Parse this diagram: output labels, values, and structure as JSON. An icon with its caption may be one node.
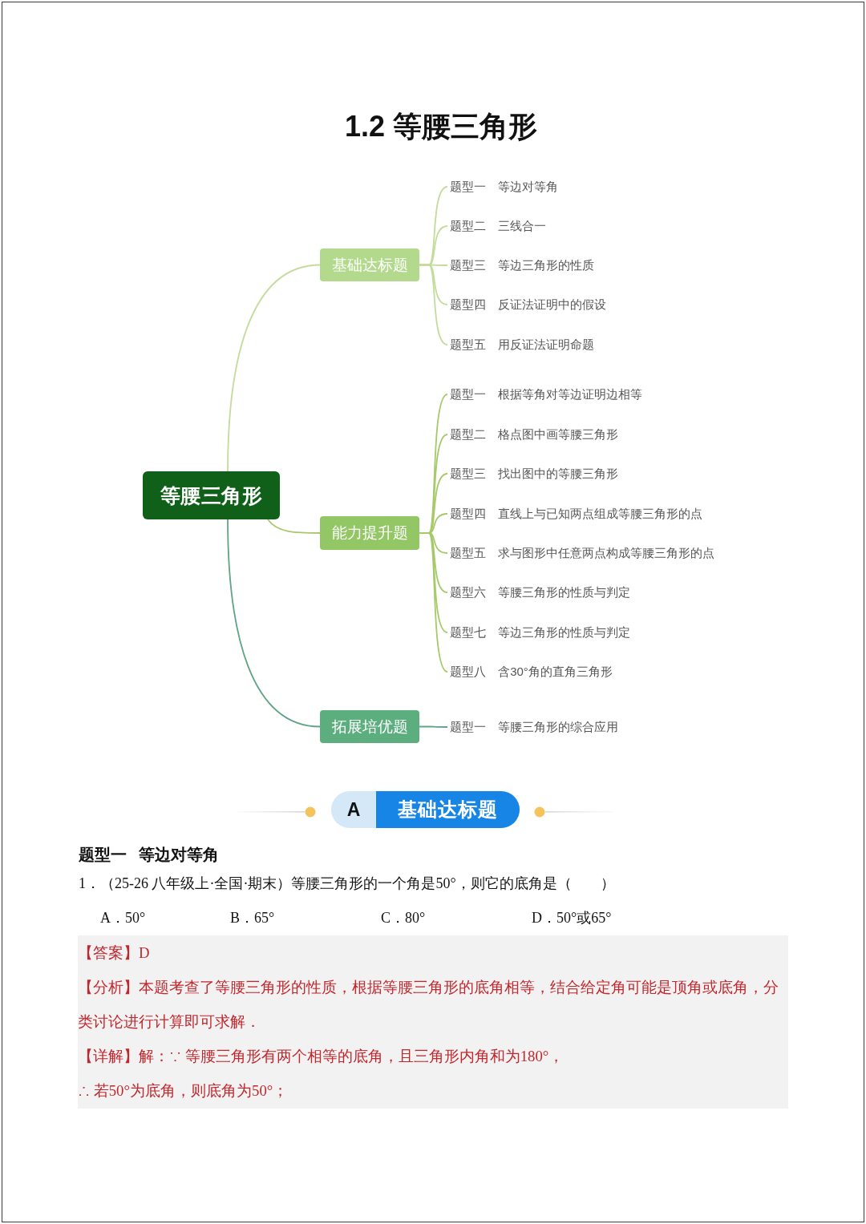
{
  "diagram": {
    "title": "1.2 等腰三角形",
    "nodes": [
      {
        "text": [
          "等腰三角形"
        ]
      },
      {
        "text": [
          "基础达标题"
        ]
      },
      {
        "text": [
          "题型一 等边对等角"
        ]
      },
      {
        "text": [
          "题型二 三线合一"
        ]
      },
      {
        "text": [
          "题型三 等边三角形的性质"
        ]
      },
      {
        "text": [
          "题型四 反证法证明中的假设"
        ]
      },
      {
        "text": [
          "题型五 用反证法证明命题"
        ]
      },
      {
        "text": [
          "能力提升题"
        ]
      },
      {
        "text": [
          "题型一 根据等角对等边证明边相等"
        ]
      },
      {
        "text": [
          "题型二 格点图中画等腰三角形"
        ]
      },
      {
        "text": [
          "题型三 找出图中的等腰三角形"
        ]
      },
      {
        "text": [
          "题型四 直线上与已知两点组成等腰三角形的点"
        ]
      },
      {
        "text": [
          "题型五 求与图形中任意两点构成等腰三角形的点"
        ]
      },
      {
        "text": [
          "题型六 等腰三角形的性质与判定"
        ]
      },
      {
        "text": [
          "题型七 等边三角形的性质与判定"
        ]
      },
      {
        "text": [
          "题型八 含30°角的直角三角形"
        ]
      },
      {
        "text": [
          "拓展培优题"
        ]
      },
      {
        "text": [
          "题型一 等腰三角形的综合应用"
        ]
      },
      {
        "text": [
          "A",
          "基础达标题"
        ]
      },
      {
        "text": [
          "【答案】D",
          "【分析】本题考查了等腰三角形的性质，根据等腰三角形的底角相等，结合给定角可能是顶角或底角，分类讨论进行计算即可求解．",
          "【详解】解：∵ 等腰三角形有两个相等的底角，且三角形内角和为180°，",
          "∴ 若50°为底角，则底角为50°；"
        ]
      }
    ],
    "edges": [
      {
        "from": 0,
        "to": 1,
        "arrow": "none",
        "color": "#c4db9c"
      },
      {
        "from": 1,
        "to": 2,
        "arrow": "none",
        "color": "#c4db9c"
      },
      {
        "from": 1,
        "to": 3,
        "arrow": "none",
        "color": "#c4db9c"
      },
      {
        "from": 1,
        "to": 4,
        "arrow": "none",
        "color": "#c4db9c"
      },
      {
        "from": 1,
        "to": 5,
        "arrow": "none",
        "color": "#c4db9c"
      },
      {
        "from": 1,
        "to": 6,
        "arrow": "none",
        "color": "#c4db9c"
      },
      {
        "from": 0,
        "to": 7,
        "arrow": "none"
      },
      {
        "from": 7,
        "to": 8,
        "arrow": "none"
      },
      {
        "from": 7,
        "to": 9,
        "arrow": "none"
      },
      {
        "from": 7,
        "to": 10,
        "arrow": "none"
      },
      {
        "from": 7,
        "to": 11,
        "arrow": "none"
      },
      {
        "from": 7,
        "to": 12,
        "arrow": "none"
      },
      {
        "from": 7,
        "to": 13,
        "arrow": "none"
      },
      {
        "from": 7,
        "to": 14,
        "arrow": "none"
      },
      {
        "from": 7,
        "to": 15,
        "arrow": "none"
      },
      {
        "from": 0,
        "to": 16,
        "arrow": "none",
        "color": "#5fa486"
      },
      {
        "from": 16,
        "to": 17,
        "arrow": "none",
        "color": "#5fa486"
      }
    ],
    "labels": [
      "题型一 等边对等角",
      "1．（25-26 八年级上·全国·期末）等腰三角形的一个角是50°，则它的底角是（　　）",
      "A．50°",
      "B．65°",
      "C．80°",
      "D．50°或65°"
    ]
  }
}
